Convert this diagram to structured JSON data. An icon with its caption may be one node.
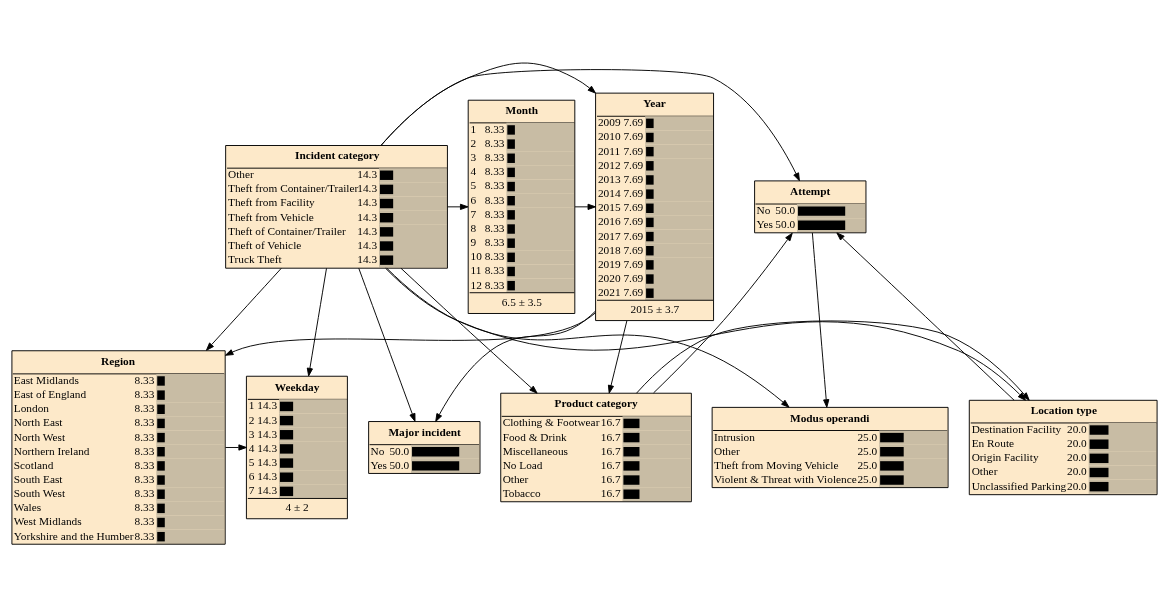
{
  "diagram": {
    "nodes": [
      {
        "text": [
          "Month",
          "1",
          "8.33",
          "2",
          "8.33",
          "3",
          "8.33",
          "4",
          "8.33",
          "5",
          "8.33",
          "6",
          "8.33",
          "7",
          "8.33",
          "8",
          "8.33",
          "9",
          "8.33",
          "10",
          "8.33",
          "11",
          "8.33",
          "12",
          "8.33",
          "6.5 ± 3.5"
        ]
      },
      {
        "text": [
          "Year",
          "2009",
          "7.69",
          "2010",
          "7.69",
          "2011",
          "7.69",
          "2012",
          "7.69",
          "2013",
          "7.69",
          "2014",
          "7.69",
          "2015",
          "7.69",
          "2016",
          "7.69",
          "2017",
          "7.69",
          "2018",
          "7.69",
          "2019",
          "7.69",
          "2020",
          "7.69",
          "2021",
          "7.69",
          "2015 ± 3.7"
        ]
      },
      {
        "text": [
          "Major incident",
          "No",
          "50.0",
          "Yes",
          "50.0"
        ]
      },
      {
        "text": [
          "Modus operandi",
          "Intrusion",
          "25.0",
          "Other",
          "25.0",
          "Theft from Moving Vehicle",
          "25.0",
          "Violent & Threat with Violence",
          "25.0"
        ]
      },
      {
        "text": [
          "Incident category",
          "Other",
          "14.3",
          "Theft from Container/Trailer",
          "14.3",
          "Theft from Facility",
          "14.3",
          "Theft from Vehicle",
          "14.3",
          "Theft of Container/Trailer",
          "14.3",
          "Theft of Vehicle",
          "14.3",
          "Truck Theft",
          "14.3"
        ]
      },
      {
        "text": [
          "Attempt",
          "No",
          "50.0",
          "Yes",
          "50.0"
        ]
      },
      {
        "text": [
          "Region",
          "East Midlands",
          "8.33",
          "East of England",
          "8.33",
          "London",
          "8.33",
          "North East",
          "8.33",
          "North West",
          "8.33",
          "Northern Ireland",
          "8.33",
          "Scotland",
          "8.33",
          "South East",
          "8.33",
          "South West",
          "8.33",
          "Wales",
          "8.33",
          "West Midlands",
          "8.33",
          "Yorkshire and the Humber",
          "8.33"
        ]
      },
      {
        "text": [
          "Weekday",
          "1",
          "14.3",
          "2",
          "14.3",
          "3",
          "14.3",
          "4",
          "14.3",
          "5",
          "14.3",
          "6",
          "14.3",
          "7",
          "14.3",
          "4 ± 2"
        ]
      },
      {
        "text": [
          "Product category",
          "Clothing & Footwear",
          "16.7",
          "Food & Drink",
          "16.7",
          "Miscellaneous",
          "16.7",
          "No Load",
          "16.7",
          "Other",
          "16.7",
          "Tobacco",
          "16.7"
        ]
      },
      {
        "text": [
          "Location type",
          "Destination Facility",
          "20.0",
          "En Route",
          "20.0",
          "Origin Facility",
          "20.0",
          "Other",
          "20.0",
          "Unclassified Parking",
          "20.0"
        ]
      }
    ],
    "edges": [
      {
        "from": 0,
        "to": 1,
        "arrow": "to"
      },
      {
        "from": 4,
        "to": 0,
        "arrow": "to"
      },
      {
        "from": 4,
        "to": 1,
        "arrow": "to"
      },
      {
        "from": 1,
        "to": 2,
        "arrow": "to"
      },
      {
        "from": 4,
        "to": 2,
        "arrow": "to"
      },
      {
        "from": 4,
        "to": 3,
        "arrow": "to"
      },
      {
        "from": 5,
        "to": 3,
        "arrow": "to"
      },
      {
        "from": 4,
        "to": 5,
        "arrow": "to"
      },
      {
        "from": 1,
        "to": 6,
        "arrow": "to"
      },
      {
        "from": 4,
        "to": 6,
        "arrow": "to"
      },
      {
        "from": 4,
        "to": 7,
        "arrow": "to"
      },
      {
        "from": 1,
        "to": 8,
        "arrow": "to"
      },
      {
        "from": 4,
        "to": 8,
        "arrow": "to"
      },
      {
        "from": 4,
        "to": 9,
        "arrow": "to"
      },
      {
        "from": 6,
        "to": 7,
        "arrow": "to"
      },
      {
        "from": 8,
        "to": 9,
        "arrow": "to"
      },
      {
        "from": 8,
        "to": 5,
        "arrow": "to"
      },
      {
        "from": 9,
        "to": 5,
        "arrow": "to"
      }
    ]
  }
}
